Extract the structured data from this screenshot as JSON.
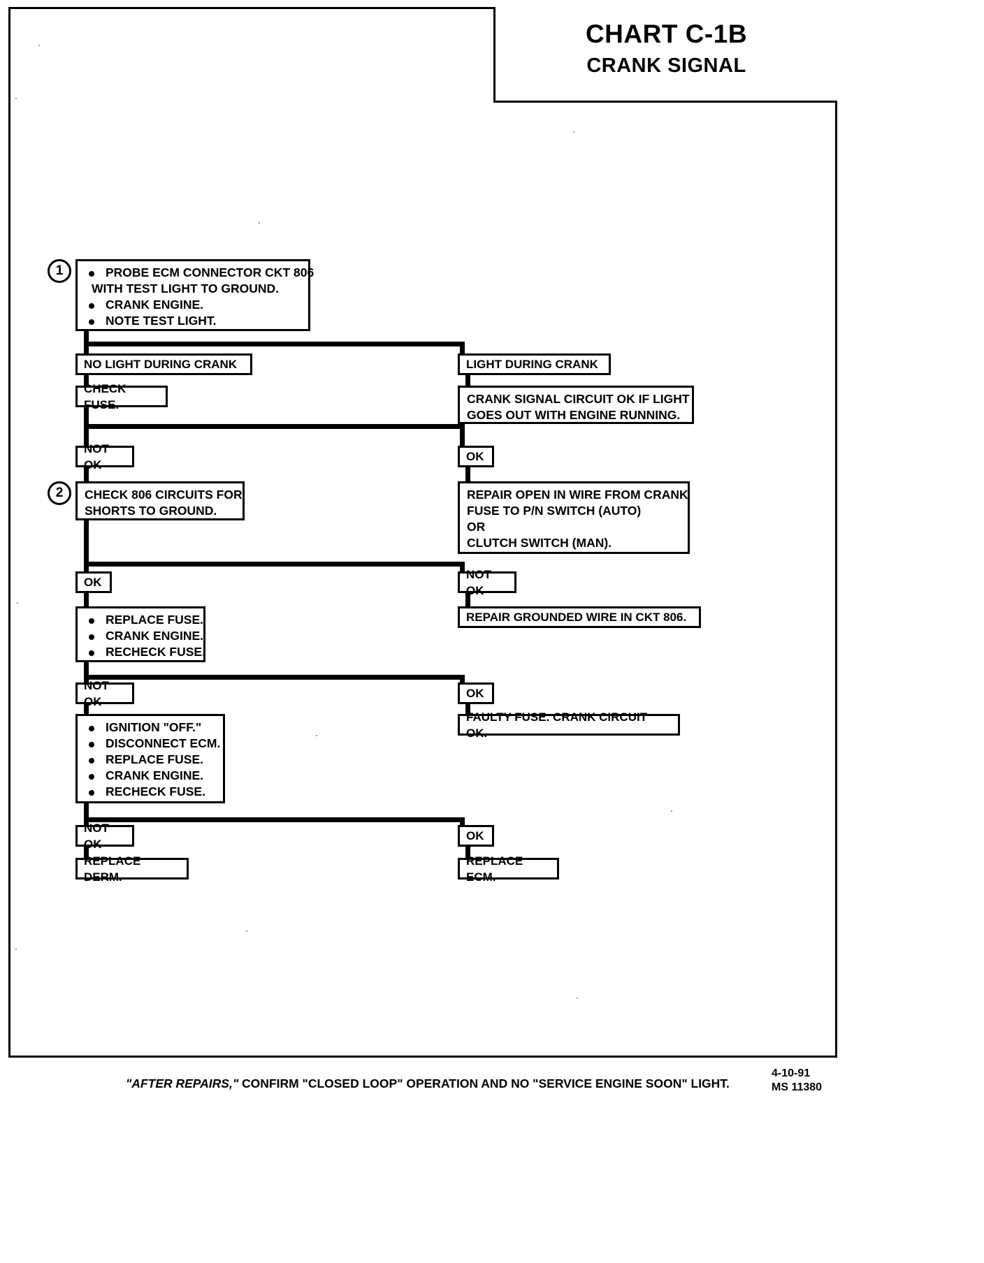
{
  "document": {
    "title_main": "CHART C-1B",
    "title_sub": "CRANK SIGNAL",
    "footer_note_prefix": "\"AFTER REPAIRS,\"",
    "footer_note_rest": " CONFIRM \"CLOSED LOOP\" OPERATION AND NO \"SERVICE ENGINE SOON\" LIGHT.",
    "footer_date": "4-10-91",
    "footer_code": "MS 11380"
  },
  "markers": {
    "step1": "1",
    "step2": "2"
  },
  "flow": {
    "step1": {
      "items": [
        "PROBE ECM CONNECTOR CKT 806",
        "WITH TEST LIGHT TO GROUND.",
        "CRANK ENGINE.",
        "NOTE TEST LIGHT."
      ],
      "line1a": "PROBE ECM CONNECTOR CKT 806",
      "line1b": "WITH TEST LIGHT TO GROUND.",
      "line2": "CRANK ENGINE.",
      "line3": "NOTE TEST LIGHT."
    },
    "branch_no_light": "NO LIGHT DURING CRANK",
    "branch_light": "LIGHT DURING CRANK",
    "check_fuse": "CHECK FUSE.",
    "crank_ok_note_l1": "CRANK SIGNAL CIRCUIT OK IF LIGHT",
    "crank_ok_note_l2": "GOES OUT WITH ENGINE RUNNING.",
    "not_ok_1": "NOT OK",
    "ok_1": "OK",
    "step2_l1": "CHECK 806 CIRCUITS FOR",
    "step2_l2": "SHORTS TO GROUND.",
    "repair_open_l1": "REPAIR OPEN IN WIRE FROM CRANK",
    "repair_open_l2": "FUSE TO P/N SWITCH (AUTO)",
    "repair_open_l3": "OR",
    "repair_open_l4": "CLUTCH SWITCH (MAN).",
    "ok_2": "OK",
    "not_ok_2": "NOT OK",
    "replace_fuse_l1": "REPLACE FUSE.",
    "replace_fuse_l2": "CRANK ENGINE.",
    "replace_fuse_l3": "RECHECK FUSE.",
    "repair_grounded": "REPAIR GROUNDED WIRE IN CKT 806.",
    "not_ok_3": "NOT OK",
    "ok_3": "OK",
    "ignition_l1": "IGNITION \"OFF.\"",
    "ignition_l2": "DISCONNECT ECM.",
    "ignition_l3": "REPLACE FUSE.",
    "ignition_l4": "CRANK ENGINE.",
    "ignition_l5": "RECHECK FUSE.",
    "faulty_fuse": "FAULTY FUSE.  CRANK CIRCUIT OK.",
    "not_ok_4": "NOT OK",
    "ok_4": "OK",
    "replace_derm": "REPLACE DERM.",
    "replace_ecm": "REPLACE ECM."
  },
  "chart_data": {
    "type": "flowchart",
    "title": "CHART C-1B — CRANK SIGNAL",
    "nodes": [
      {
        "id": "step1",
        "kind": "test",
        "step": 1,
        "text": "PROBE ECM CONNECTOR CKT 806 WITH TEST LIGHT TO GROUND. / CRANK ENGINE. / NOTE TEST LIGHT."
      },
      {
        "id": "no-light",
        "kind": "result",
        "text": "NO LIGHT DURING CRANK"
      },
      {
        "id": "light",
        "kind": "result",
        "text": "LIGHT DURING CRANK"
      },
      {
        "id": "check-fuse",
        "kind": "action",
        "text": "CHECK FUSE."
      },
      {
        "id": "crank-ok",
        "kind": "action",
        "text": "CRANK SIGNAL CIRCUIT OK IF LIGHT GOES OUT WITH ENGINE RUNNING."
      },
      {
        "id": "not-ok-1",
        "kind": "result",
        "text": "NOT OK"
      },
      {
        "id": "ok-1",
        "kind": "result",
        "text": "OK"
      },
      {
        "id": "step2",
        "kind": "test",
        "step": 2,
        "text": "CHECK 806 CIRCUITS FOR SHORTS TO GROUND."
      },
      {
        "id": "repair-open",
        "kind": "action",
        "text": "REPAIR OPEN IN WIRE FROM CRANK FUSE TO P/N SWITCH (AUTO) OR CLUTCH SWITCH (MAN)."
      },
      {
        "id": "ok-2",
        "kind": "result",
        "text": "OK"
      },
      {
        "id": "not-ok-2",
        "kind": "result",
        "text": "NOT OK"
      },
      {
        "id": "replace-fuse",
        "kind": "action",
        "text": "REPLACE FUSE. / CRANK ENGINE. / RECHECK FUSE."
      },
      {
        "id": "repair-grounded",
        "kind": "action",
        "text": "REPAIR GROUNDED WIRE IN CKT 806."
      },
      {
        "id": "not-ok-3",
        "kind": "result",
        "text": "NOT OK"
      },
      {
        "id": "ok-3",
        "kind": "result",
        "text": "OK"
      },
      {
        "id": "ignition",
        "kind": "action",
        "text": "IGNITION \"OFF.\" / DISCONNECT ECM. / REPLACE FUSE. / CRANK ENGINE. / RECHECK FUSE."
      },
      {
        "id": "faulty-fuse",
        "kind": "action",
        "text": "FAULTY FUSE.  CRANK CIRCUIT OK."
      },
      {
        "id": "not-ok-4",
        "kind": "result",
        "text": "NOT OK"
      },
      {
        "id": "ok-4",
        "kind": "result",
        "text": "OK"
      },
      {
        "id": "replace-derm",
        "kind": "action",
        "text": "REPLACE DERM."
      },
      {
        "id": "replace-ecm",
        "kind": "action",
        "text": "REPLACE ECM."
      }
    ],
    "edges": [
      {
        "from": "step1",
        "to": "no-light"
      },
      {
        "from": "step1",
        "to": "light"
      },
      {
        "from": "no-light",
        "to": "check-fuse"
      },
      {
        "from": "light",
        "to": "crank-ok"
      },
      {
        "from": "check-fuse",
        "to": "not-ok-1"
      },
      {
        "from": "check-fuse",
        "to": "ok-1"
      },
      {
        "from": "not-ok-1",
        "to": "step2"
      },
      {
        "from": "ok-1",
        "to": "repair-open"
      },
      {
        "from": "step2",
        "to": "ok-2"
      },
      {
        "from": "step2",
        "to": "not-ok-2"
      },
      {
        "from": "ok-2",
        "to": "replace-fuse"
      },
      {
        "from": "not-ok-2",
        "to": "repair-grounded"
      },
      {
        "from": "replace-fuse",
        "to": "not-ok-3"
      },
      {
        "from": "replace-fuse",
        "to": "ok-3"
      },
      {
        "from": "not-ok-3",
        "to": "ignition"
      },
      {
        "from": "ok-3",
        "to": "faulty-fuse"
      },
      {
        "from": "ignition",
        "to": "not-ok-4"
      },
      {
        "from": "ignition",
        "to": "ok-4"
      },
      {
        "from": "not-ok-4",
        "to": "replace-derm"
      },
      {
        "from": "ok-4",
        "to": "replace-ecm"
      }
    ]
  }
}
